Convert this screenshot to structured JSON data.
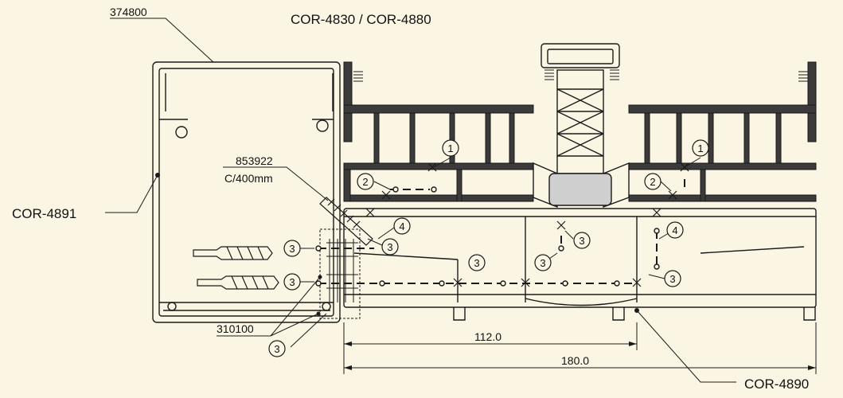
{
  "title": "COR-4830 / COR-4880",
  "labels": {
    "part_374800": "374800",
    "part_853922": "853922",
    "spacing": "C/400mm",
    "part_310100": "310100",
    "cor4891": "COR-4891",
    "cor4890": "COR-4890"
  },
  "dimensions": {
    "inner": "112.0",
    "overall": "180.0"
  },
  "callouts": {
    "c1": "1",
    "c2": "2",
    "c3": "3",
    "c4": "4"
  },
  "colors": {
    "background": "#fbf6e4",
    "line": "#1a1a1a",
    "profile_fill": "#3b3b3b",
    "insulation": "#cfcfcf"
  }
}
